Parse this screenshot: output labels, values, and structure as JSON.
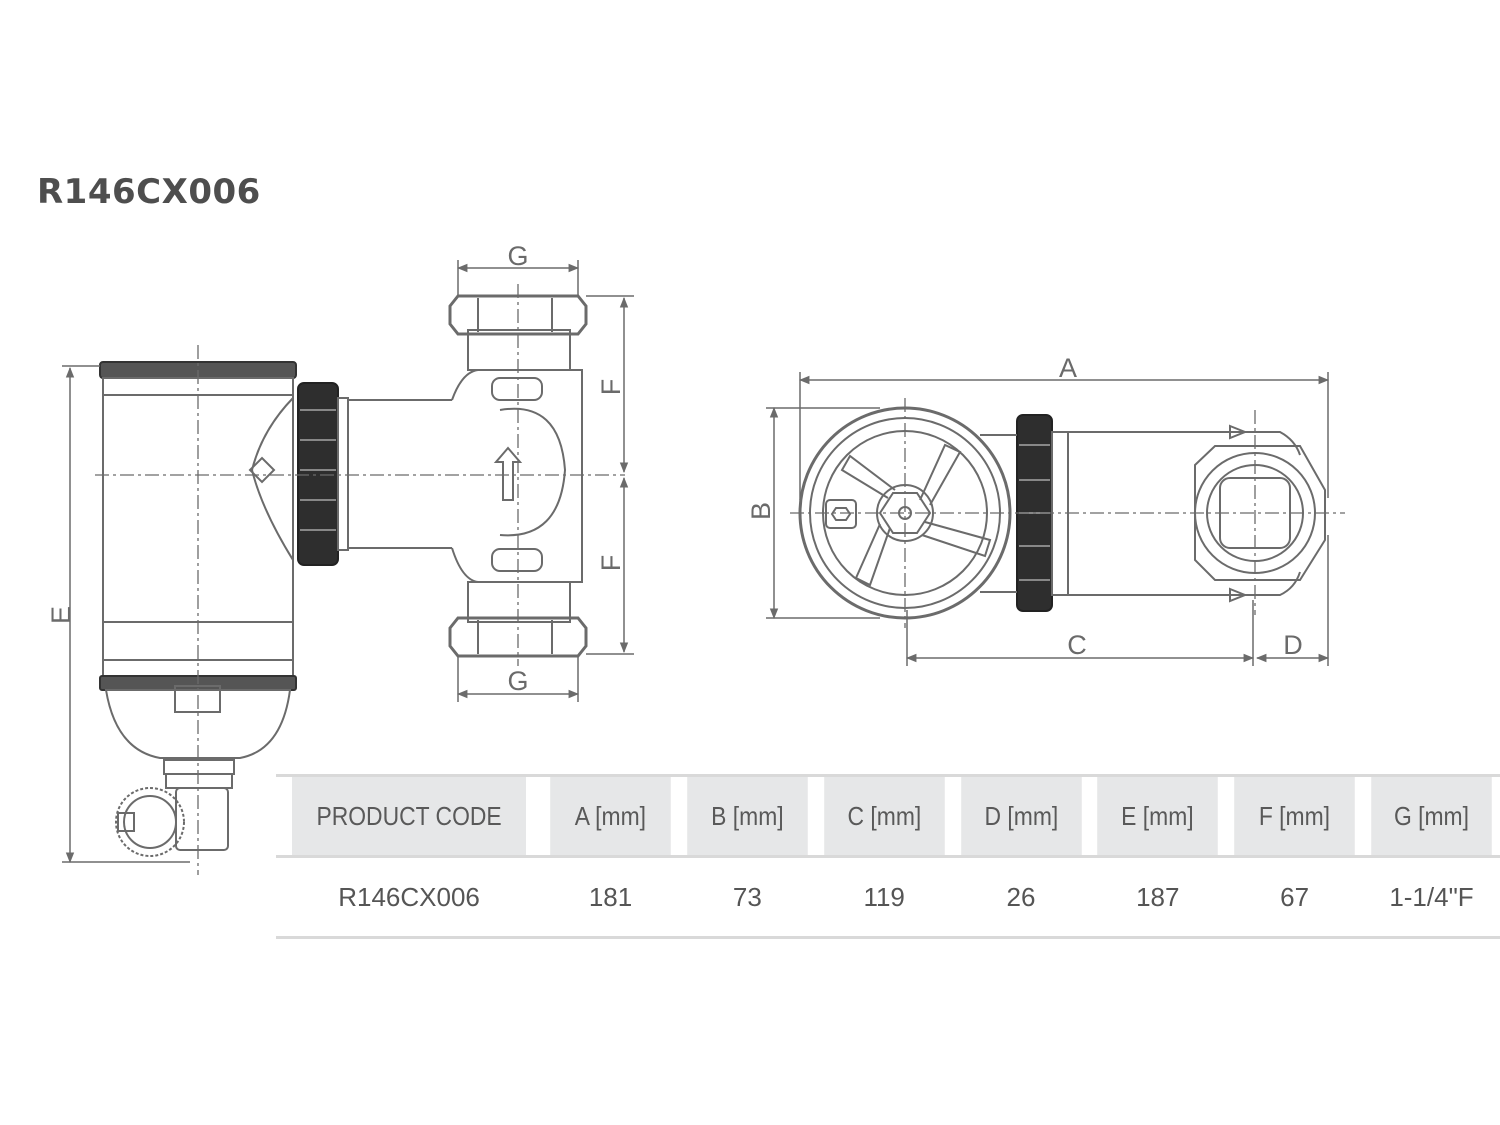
{
  "title": "R146CX006",
  "dimension_labels": {
    "A": "A",
    "B": "B",
    "C": "C",
    "D": "D",
    "E": "E",
    "F": "F",
    "G": "G"
  },
  "table": {
    "headers": [
      "PRODUCT CODE",
      "A [mm]",
      "B [mm]",
      "C [mm]",
      "D [mm]",
      "E [mm]",
      "F [mm]",
      "G [mm]"
    ],
    "rows": [
      [
        "R146CX006",
        "181",
        "73",
        "119",
        "26",
        "187",
        "67",
        "1-1/4\"F"
      ]
    ]
  },
  "colors": {
    "line": "#6b6b6b",
    "ring": "#333333",
    "header_bg": "#e6e7e8",
    "border": "#d9d9d9"
  }
}
